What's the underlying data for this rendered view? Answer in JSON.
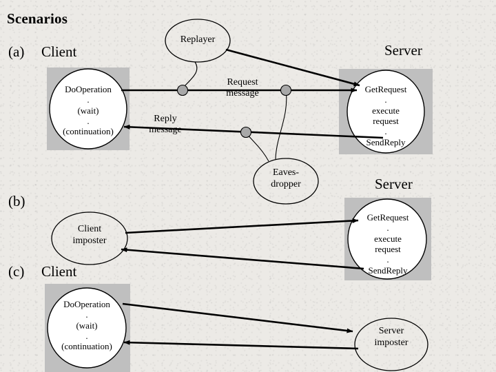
{
  "slide": {
    "title": "Scenarios",
    "background_color": "#eceae6",
    "gray_box_color": "#bfbfbf",
    "node_fill_color": "#ffffff",
    "node_dot_color": "#a8a8a8",
    "line_color": "#000000"
  },
  "sections": [
    {
      "letter": "(a)",
      "left_role": "Client",
      "right_role": "Server"
    },
    {
      "letter": "(b)",
      "left_role": "",
      "right_role": "Server"
    },
    {
      "letter": "(c)",
      "left_role": "Client",
      "right_role": ""
    }
  ],
  "nodes": {
    "client_a": {
      "lines": [
        "DoOperation",
        ".",
        "(wait)",
        ".",
        "(continuation)"
      ]
    },
    "server_a": {
      "lines": [
        "GetRequest",
        ".",
        "execute",
        "request",
        ".",
        "SendReply"
      ]
    },
    "replayer": {
      "lines": [
        "Replayer"
      ]
    },
    "eavesdropper": {
      "lines": [
        "Eaves-",
        "dropper"
      ]
    },
    "client_imposter": {
      "lines": [
        "Client",
        "imposter"
      ]
    },
    "server_b": {
      "lines": [
        "GetRequest",
        ".",
        "execute",
        "request",
        ".",
        "SendReply"
      ]
    },
    "client_c": {
      "lines": [
        "DoOperation",
        ".",
        "(wait)",
        ".",
        "(continuation)"
      ]
    },
    "server_imposter": {
      "lines": [
        "Server",
        "imposter"
      ]
    }
  },
  "messages": {
    "request": {
      "line1": "Request",
      "line2": "message"
    },
    "reply": {
      "line1": "Reply",
      "line2": "message"
    }
  }
}
